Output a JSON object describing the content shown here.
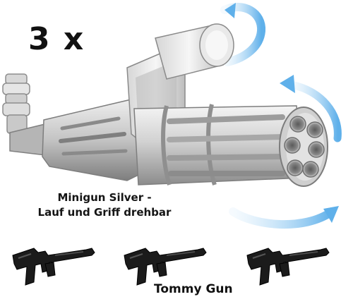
{
  "product": {
    "quantity_label": "3 x",
    "minigun_caption_line1": "Minigun Silver -",
    "minigun_caption_line2": "Lauf und Griff drehbar",
    "tommy_gun_label": "Tommy Gun",
    "tommy_gun_count": 3
  },
  "colors": {
    "minigun_light": "#e6e6e6",
    "minigun_mid": "#b9b9b9",
    "minigun_dark": "#7a7a7a",
    "rotation_arrow": "#6fb8ec",
    "tommy_gun": "#1b1b1b"
  },
  "icons": [
    "rotate-arrow-icon",
    "minigun-icon",
    "tommy-gun-icon"
  ]
}
